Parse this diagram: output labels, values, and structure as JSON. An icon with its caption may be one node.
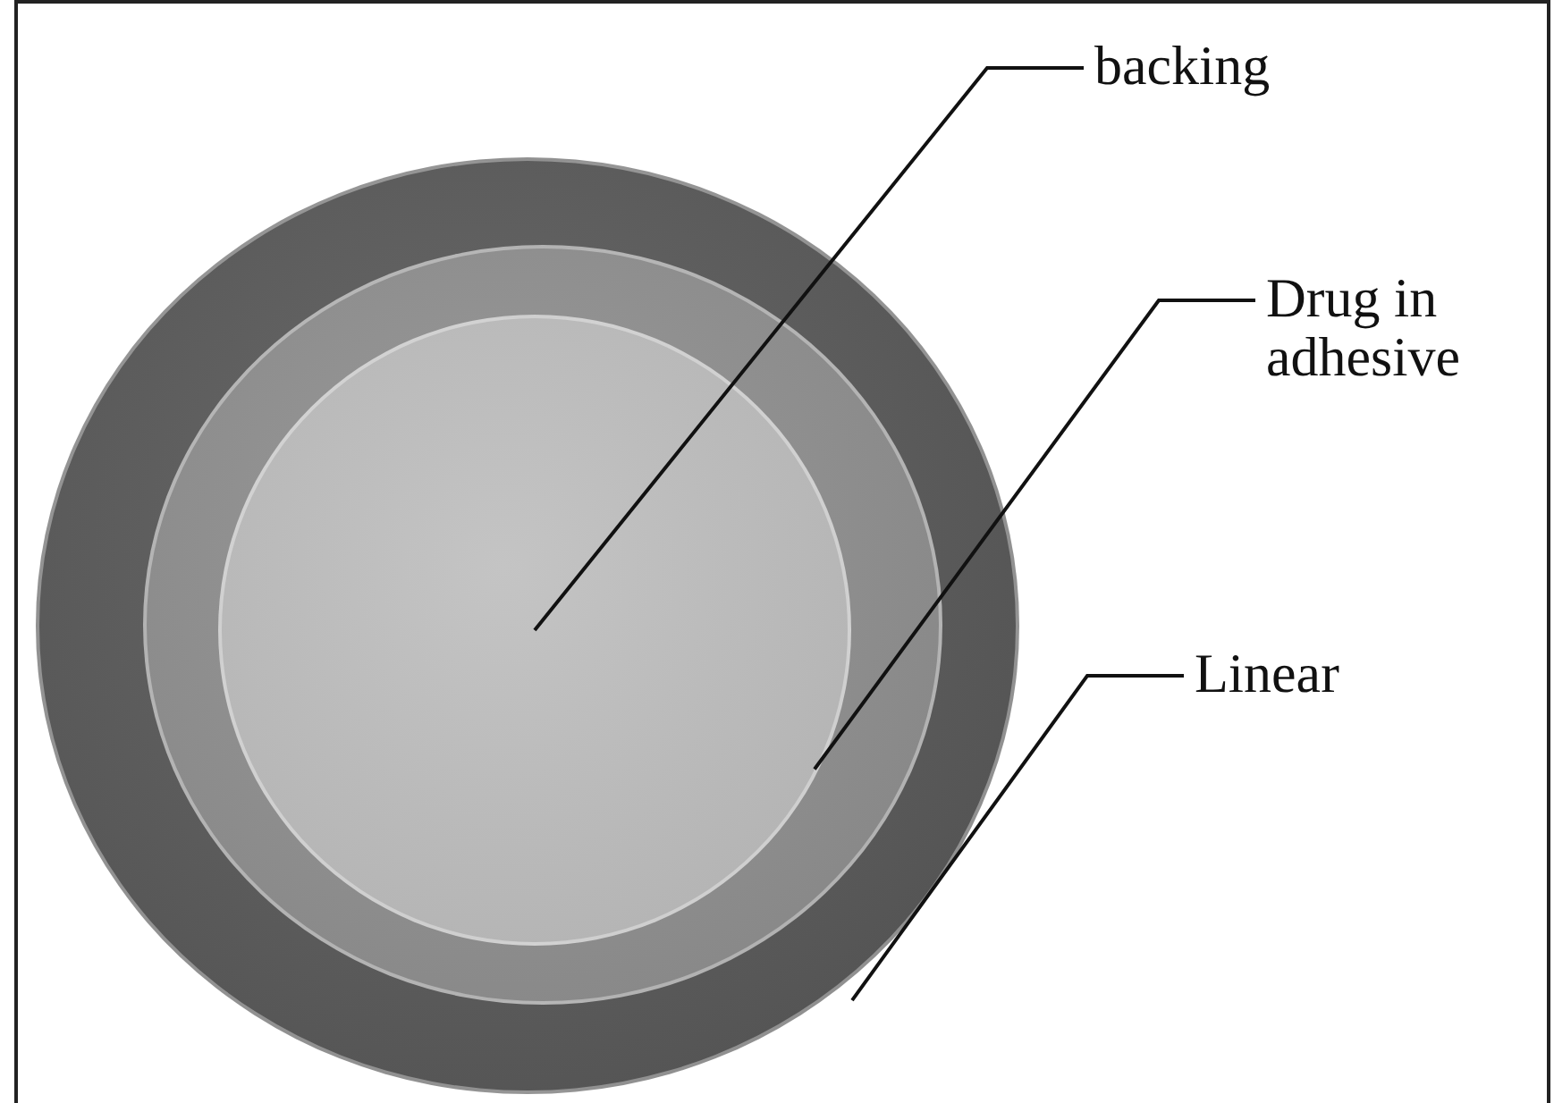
{
  "diagram": {
    "nodes": [
      {
        "text": [],
        "shape": "circle"
      },
      {
        "text": [],
        "shape": "circle",
        "in": 0
      },
      {
        "text": [],
        "shape": "circle",
        "in": 1
      },
      {
        "text": [
          "backing"
        ]
      },
      {
        "text": [
          "Drug in adhesive"
        ]
      },
      {
        "text": [
          "Linear"
        ]
      }
    ],
    "edges": [
      {
        "from": 3,
        "to": 2,
        "arrow": "none"
      },
      {
        "from": 4,
        "to": 1,
        "arrow": "none"
      },
      {
        "from": 5,
        "to": 0,
        "arrow": "none"
      }
    ]
  }
}
